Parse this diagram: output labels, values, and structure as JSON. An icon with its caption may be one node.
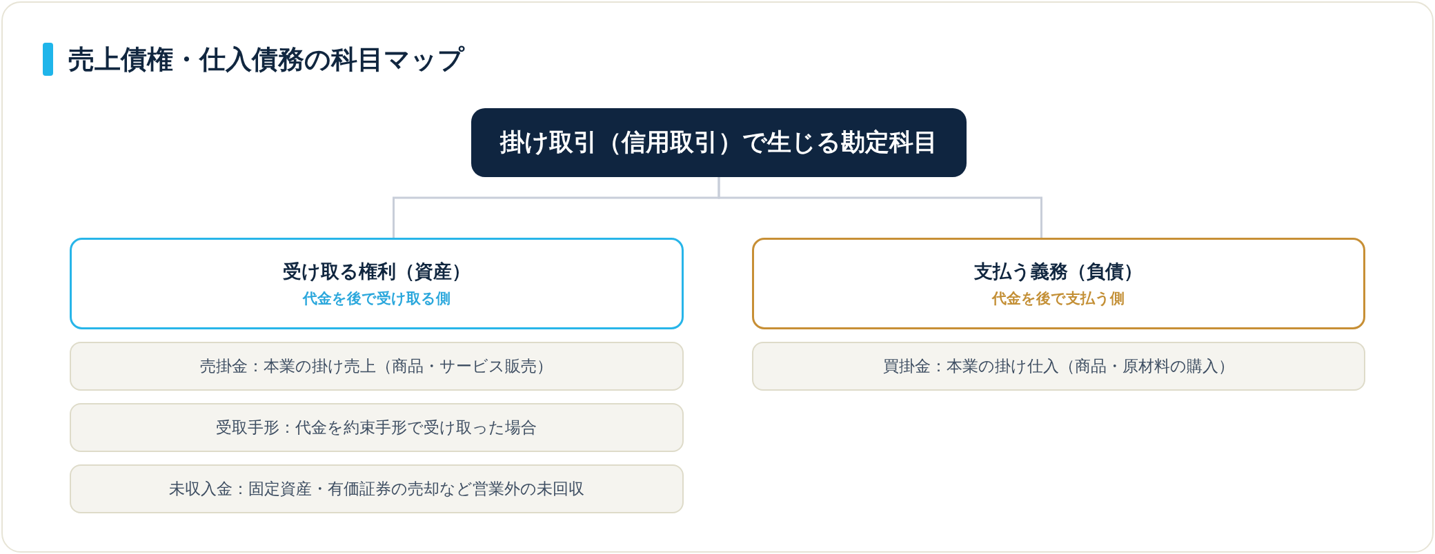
{
  "diagram": {
    "title": "売上債権・仕入債務の科目マップ",
    "nodes": [
      {
        "text": [
          "掛け取引（信用取引）で生じる勘定科目"
        ]
      },
      {
        "text": [
          "受け取る権利（資産）",
          "代金を後で受け取る側"
        ]
      },
      {
        "text": [
          "売掛金：本業の掛け売上（商品・サービス販売）"
        ]
      },
      {
        "text": [
          "受取手形：代金を約束手形で受け取った場合"
        ]
      },
      {
        "text": [
          "未収入金：固定資産・有価証券の売却など営業外の未回収"
        ]
      },
      {
        "text": [
          "支払う義務（負債）",
          "代金を後で支払う側"
        ]
      },
      {
        "text": [
          "買掛金：本業の掛け仕入（商品・原材料の購入）"
        ]
      }
    ],
    "edges": [
      {
        "from": 0,
        "to": 1,
        "arrow": "none"
      },
      {
        "from": 0,
        "to": 5,
        "arrow": "none"
      }
    ]
  }
}
